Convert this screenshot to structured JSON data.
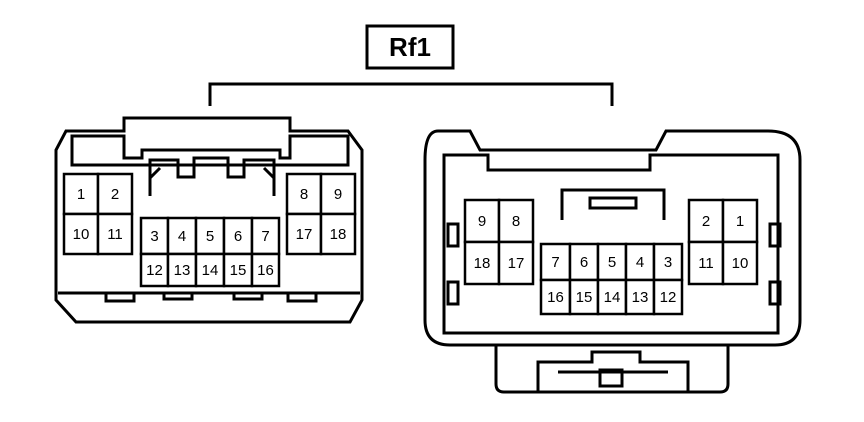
{
  "title": "Rf1",
  "connectors": [
    {
      "name": "left-connector",
      "pins": [
        "1",
        "2",
        "10",
        "11",
        "3",
        "4",
        "5",
        "6",
        "7",
        "12",
        "13",
        "14",
        "15",
        "16",
        "8",
        "9",
        "17",
        "18"
      ]
    },
    {
      "name": "right-connector",
      "pins": [
        "9",
        "8",
        "18",
        "17",
        "7",
        "6",
        "5",
        "4",
        "3",
        "16",
        "15",
        "14",
        "13",
        "12",
        "2",
        "1",
        "11",
        "10"
      ]
    }
  ]
}
